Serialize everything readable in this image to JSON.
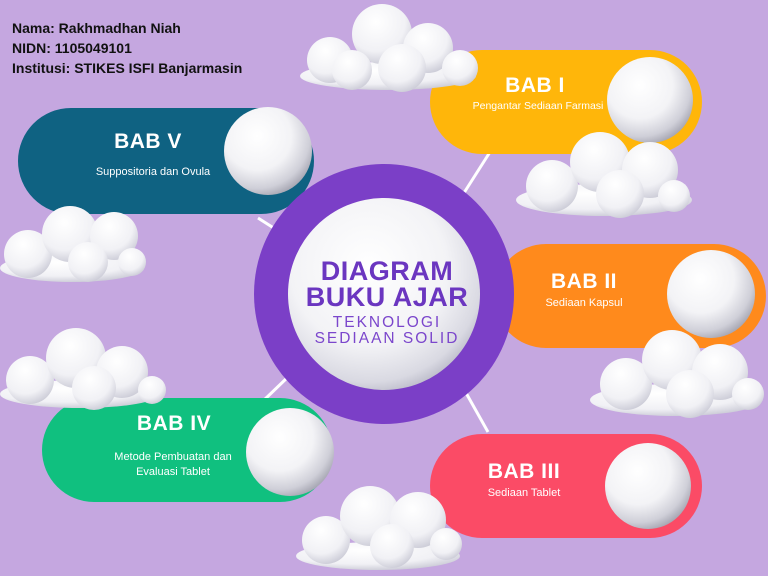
{
  "author": {
    "name": "Nama: Rakhmadhan Niah",
    "nidn": "NIDN: 1105049101",
    "institution": "Institusi: STIKES ISFI Banjarmasin"
  },
  "center": {
    "title_line1": "DIAGRAM",
    "title_line2": "BUKU AJAR",
    "subtitle_line1": "TEKNOLOGI",
    "subtitle_line2": "SEDIAAN SOLID"
  },
  "chapters": [
    {
      "label": "BAB I",
      "subtitle": "Pengantar Sediaan Farmasi",
      "color": "#ffb60a"
    },
    {
      "label": "BAB II",
      "subtitle": "Sediaan Kapsul",
      "color": "#ff8a1c"
    },
    {
      "label": "BAB III",
      "subtitle": "Sediaan Tablet",
      "color": "#fb4b66"
    },
    {
      "label": "BAB IV",
      "subtitle_line1": "Metode Pembuatan dan",
      "subtitle_line2": "Evaluasi Tablet",
      "color": "#10c07f"
    },
    {
      "label": "BAB V",
      "subtitle": "Suppositoria dan Ovula",
      "color": "#0f6282"
    }
  ],
  "colors": {
    "background": "#c5a7e0",
    "ring": "#7b3fc7",
    "title": "#6b36c0"
  }
}
